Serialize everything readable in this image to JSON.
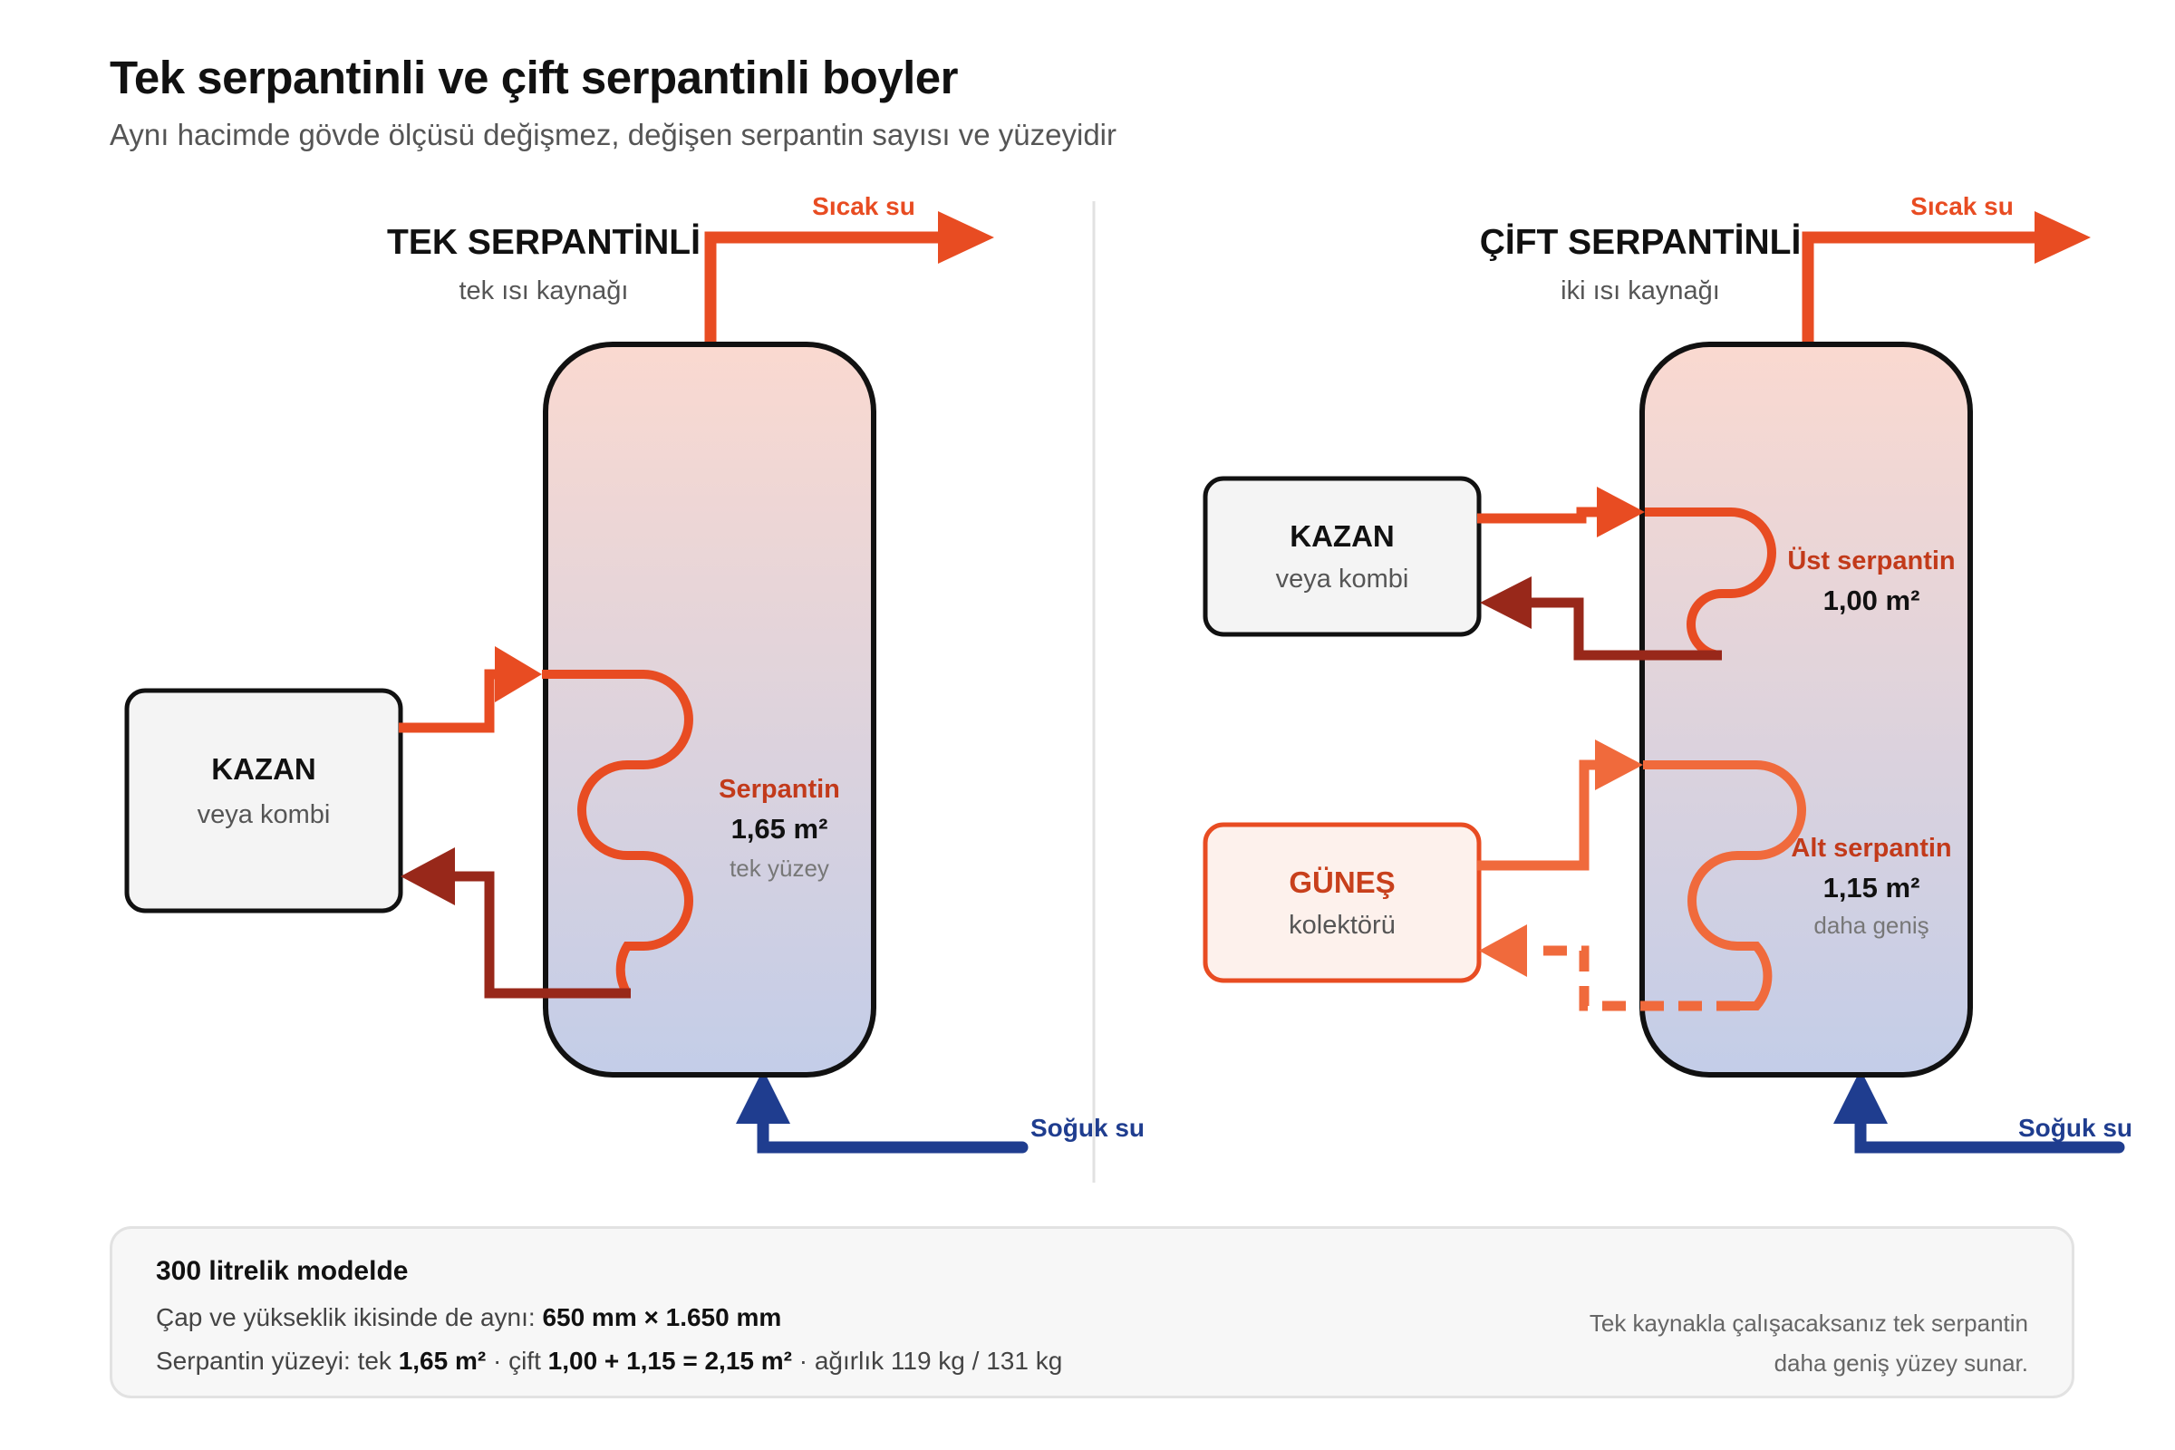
{
  "title": "Tek serpantinli ve çift serpantinli boyler",
  "subtitle": "Aynı hacimde gövde ölçüsü değişmez, değişen serpantin sayısı ve yüzeyidir",
  "colors": {
    "hot": "#e84c22",
    "hot_return": "#98281a",
    "solar": "#f06a3c",
    "cold": "#1f3d8f",
    "tank_top": "#fad9d0",
    "tank_bottom": "#c3cde8"
  },
  "single": {
    "title": "TEK SERPANTİNLİ",
    "subtitle": "tek ısı kaynağı",
    "hot_water": "Sıcak su",
    "cold_water": "Soğuk su",
    "boiler": {
      "title": "KAZAN",
      "subtitle": "veya kombi"
    },
    "coil": {
      "label": "Serpantin",
      "area": "1,65 m²",
      "note": "tek yüzey"
    }
  },
  "double": {
    "title": "ÇİFT SERPANTİNLİ",
    "subtitle": "iki ısı kaynağı",
    "hot_water": "Sıcak su",
    "cold_water": "Soğuk su",
    "boiler": {
      "title": "KAZAN",
      "subtitle": "veya kombi"
    },
    "solar": {
      "title": "GÜNEŞ",
      "subtitle": "kolektörü"
    },
    "upper_coil": {
      "label": "Üst serpantin",
      "area": "1,00 m²"
    },
    "lower_coil": {
      "label": "Alt serpantin",
      "area": "1,15 m²",
      "note": "daha geniş"
    }
  },
  "info": {
    "heading": "300 litrelik modelde",
    "line1_prefix": "Çap ve yükseklik ikisinde de aynı: ",
    "line1_value": "650 mm × 1.650 mm",
    "line2_prefix": "Serpantin yüzeyi: tek ",
    "line2_single": "1,65 m²",
    "line2_mid": " · çift ",
    "line2_double": "1,00 + 1,15 = 2,15 m²",
    "line2_suffix": " · ağırlık 119 kg / 131 kg",
    "note_line1": "Tek kaynakla çalışacaksanız tek serpantin",
    "note_line2": "daha geniş yüzey sunar."
  }
}
